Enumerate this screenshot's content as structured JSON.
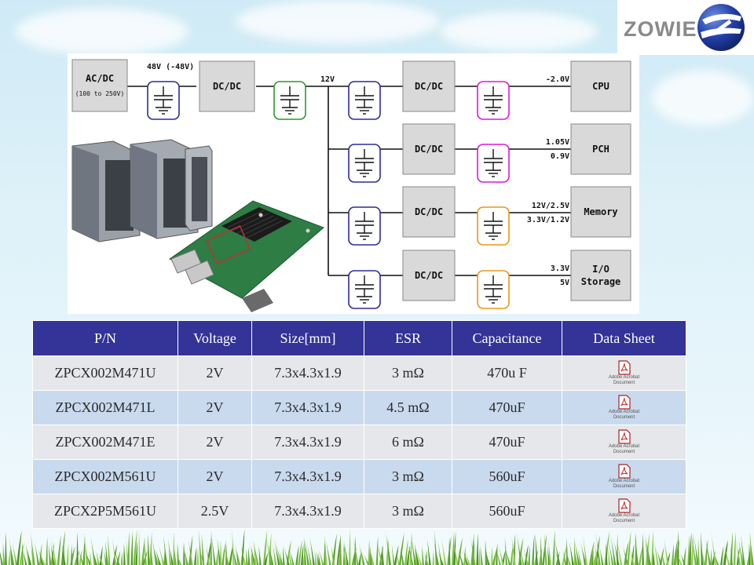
{
  "logo": {
    "text": "ZOWIE"
  },
  "diagram": {
    "source": {
      "name": "AC/DC",
      "range": "(100 to 250V)"
    },
    "bus_48v_label": "48V (-48V)",
    "dcdc_main": "DC/DC",
    "bus_12v_label": "12V",
    "branches": [
      {
        "converter": "DC/DC",
        "load": "CPU",
        "voltages": [
          "-2.0V"
        ],
        "cap_color": "#d81ad8"
      },
      {
        "converter": "DC/DC",
        "load": "PCH",
        "voltages": [
          "1.05V",
          "0.9V"
        ],
        "cap_color": "#d81ad8"
      },
      {
        "converter": "DC/DC",
        "load": "Memory",
        "voltages": [
          "12V/2.5V",
          "3.3V/1.2V"
        ],
        "cap_color": "#e8971c"
      },
      {
        "converter": "DC/DC",
        "load_lines": [
          "I/O",
          "Storage"
        ],
        "voltages": [
          "3.3V",
          "5V"
        ],
        "cap_color": "#e8971c"
      }
    ],
    "colors": {
      "box_fill": "#d9d9d9",
      "input_cap": "#2c2c9c",
      "bus_cap": "#2a9a2a",
      "branch_cap": "#2c2c9c"
    }
  },
  "table": {
    "headers": [
      "P/N",
      "Voltage",
      "Size[mm]",
      "ESR",
      "Capacitance",
      "Data Sheet"
    ],
    "rows": [
      {
        "pn": "ZPCX002M471U",
        "voltage": "2V",
        "size": "7.3x4.3x1.9",
        "esr": "3 mΩ",
        "capacitance": "470u F",
        "sheet_l1": "Adobe Acrobat",
        "sheet_l2": "Document"
      },
      {
        "pn": "ZPCX002M471L",
        "voltage": "2V",
        "size": "7.3x4.3x1.9",
        "esr": "4.5 mΩ",
        "capacitance": "470uF",
        "sheet_l1": "Adobe Acrobat",
        "sheet_l2": "Document"
      },
      {
        "pn": "ZPCX002M471E",
        "voltage": "2V",
        "size": "7.3x4.3x1.9",
        "esr": "6 mΩ",
        "capacitance": "470uF",
        "sheet_l1": "Adobe Acrobat",
        "sheet_l2": "Document"
      },
      {
        "pn": "ZPCX002M561U",
        "voltage": "2V",
        "size": "7.3x4.3x1.9",
        "esr": "3 mΩ",
        "capacitance": "560uF",
        "sheet_l1": "Adobe Acrobat",
        "sheet_l2": "Document"
      },
      {
        "pn": "ZPCX2P5M561U",
        "voltage": "2.5V",
        "size": "7.3x4.3x1.9",
        "esr": "3 mΩ",
        "capacitance": "560uF",
        "sheet_l1": "Adobe Acrobat",
        "sheet_l2": "Document"
      }
    ],
    "header_color": "#333398",
    "row_colors": [
      "#e6e7ea",
      "#c9daee"
    ]
  },
  "icons": {
    "pdf": "pdf-document-icon",
    "globe": "zowie-globe-icon"
  }
}
